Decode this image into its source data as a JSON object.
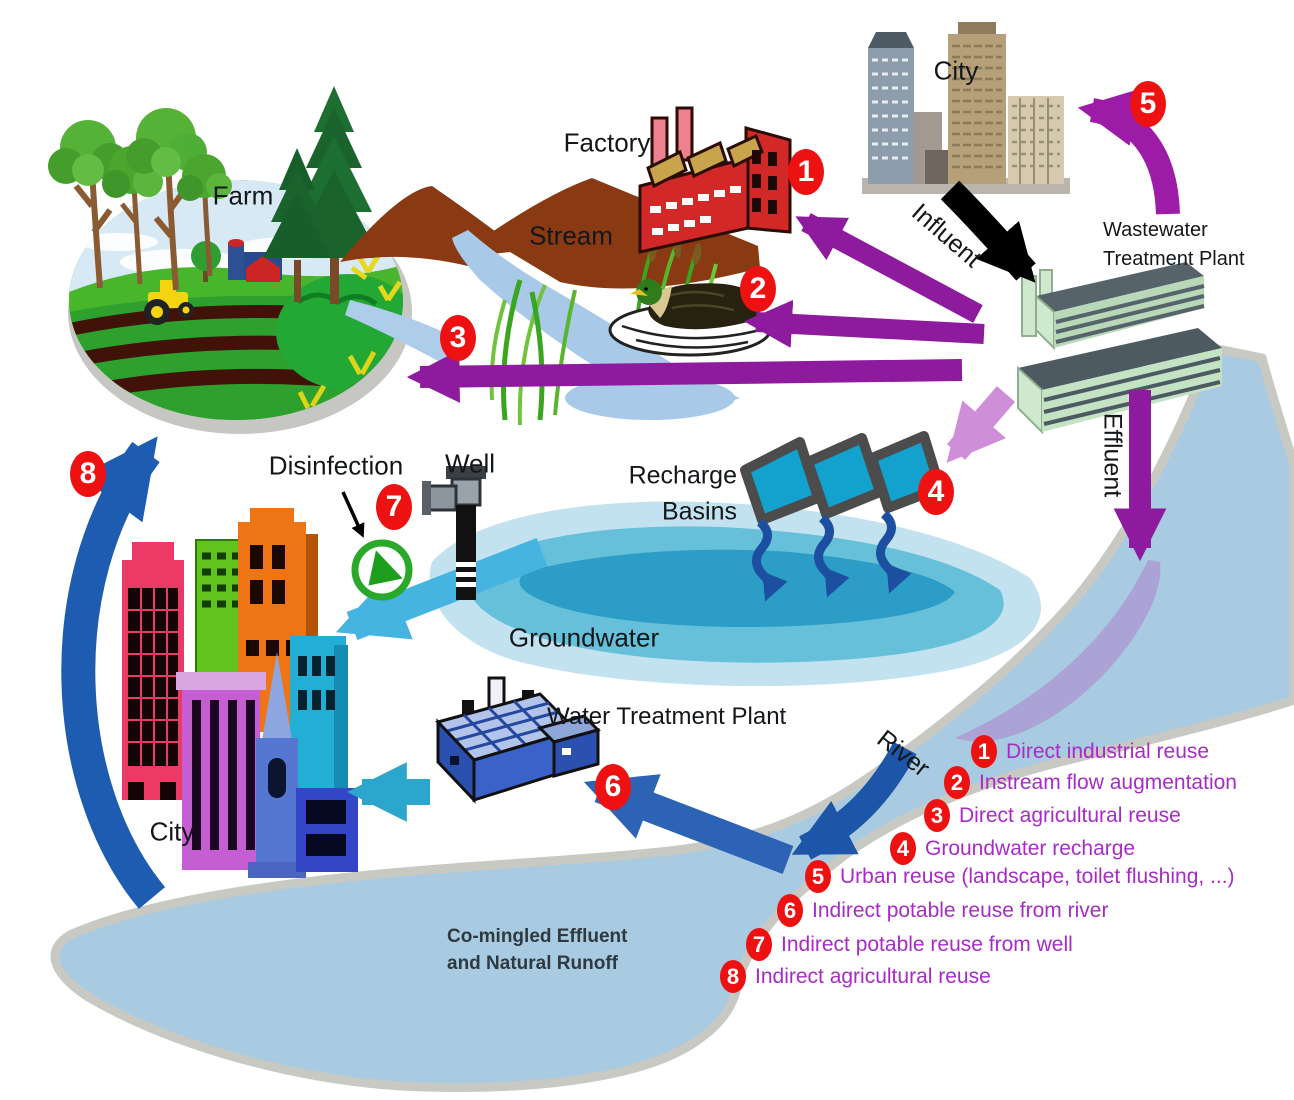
{
  "labels": {
    "farm": "Farm",
    "factory": "Factory",
    "stream": "Stream",
    "city_top": "City",
    "influent": "Influent",
    "wwtp_line1": "Wastewater",
    "wwtp_line2": "Treatment Plant",
    "effluent": "Effluent",
    "recharge_line1": "Recharge",
    "recharge_line2": "Basins",
    "groundwater": "Groundwater",
    "disinfection": "Disinfection",
    "well": "Well",
    "city_bottom": "City",
    "wtp": "Water Treatment Plant",
    "river": "River",
    "comingled_line1": "Co-mingled Effluent",
    "comingled_line2": "and Natural Runoff"
  },
  "legend": {
    "items": [
      {
        "num": "1",
        "text": "Direct industrial reuse"
      },
      {
        "num": "2",
        "text": "Instream flow augmentation"
      },
      {
        "num": "3",
        "text": "Direct agricultural reuse"
      },
      {
        "num": "4",
        "text": "Groundwater recharge"
      },
      {
        "num": "5",
        "text": "Urban reuse (landscape, toilet flushing, ...)"
      },
      {
        "num": "6",
        "text": "Indirect potable reuse from river"
      },
      {
        "num": "7",
        "text": "Indirect potable reuse from well"
      },
      {
        "num": "8",
        "text": "Indirect agricultural reuse"
      }
    ]
  },
  "colors": {
    "badge_red": "#ee1111",
    "legend_text_purple": "#a72cc6",
    "arrow_purple": "#8e1a9e",
    "arrow_pink": "#cf8ed8",
    "arrow_black": "#000000",
    "arrow_dark_blue": "#1d5cb0",
    "arrow_river_blue": "#1d56a8",
    "arrow_teal": "#2ca6cc",
    "arrow_light_blue": "#45b4e0",
    "squiggle_blue": "#1d4fa0",
    "river_water": "#a9cbe2",
    "river_border": "#c9c9c3",
    "effluent_plume": "#ab9fd4",
    "groundwater_outer": "#c3e2ef",
    "groundwater_mid": "#66c0da",
    "groundwater_inner": "#2b9dc6",
    "basin_fill": "#13a1cd",
    "wwtp_green": "#cfe9cf",
    "wtp_blue": "#2a50b0",
    "factory_red": "#d32828"
  }
}
